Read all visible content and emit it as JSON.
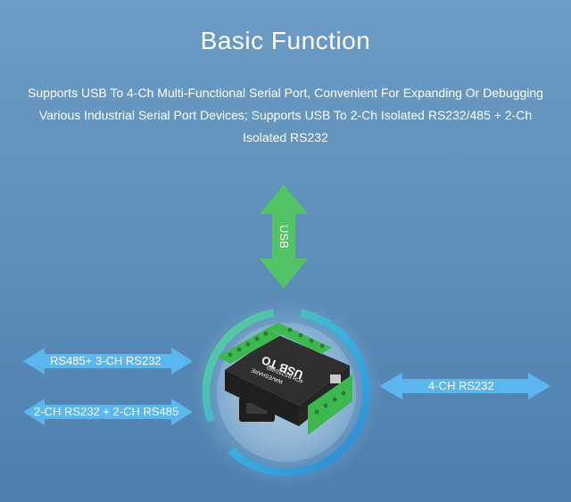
{
  "header": {
    "title": "Basic Function"
  },
  "description": {
    "line1": "Supports USB To 4-Ch Multi-Functional Serial Port, Convenient For Expanding Or Debugging",
    "line2": "Various Industrial Serial Port Devices; Supports USB To 2-Ch Isolated RS232/485 + 2-Ch",
    "line3": "Isolated RS232"
  },
  "arrows": {
    "top": "USB",
    "left_top": "RS485+ 3-CH RS232",
    "left_bottom": "2-CH RS232 + 2-CH RS485",
    "right": "4-CH RS232"
  },
  "device": {
    "brand": "WAVESHARE",
    "model": "USB TO",
    "submodel": "4CH RS232/485"
  },
  "colors": {
    "green_arrow": "#52c466",
    "blue_arrow": "#5ab6ee",
    "ring": "#3ab0e0",
    "terminal_green": "#37b24d",
    "device_body": "#2b2b2b"
  }
}
